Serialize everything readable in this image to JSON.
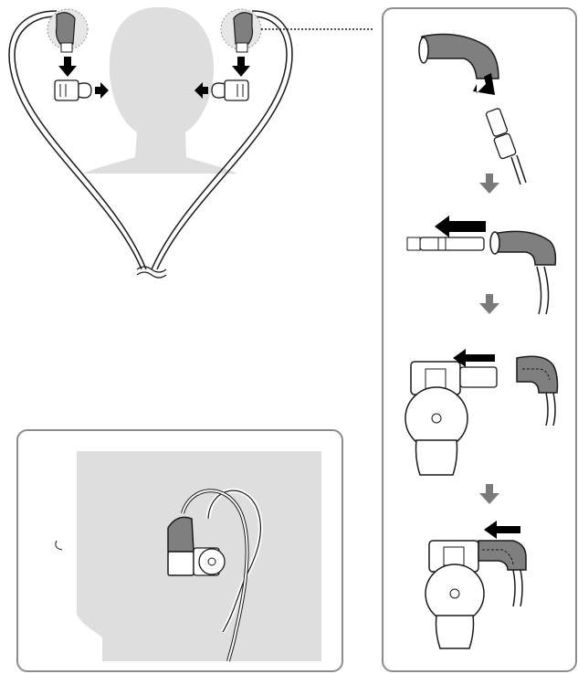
{
  "diagram": {
    "title": "",
    "colors": {
      "stroke": "#1a1a1a",
      "earpiece_gray": "#7f7f7f",
      "head_silhouette": "#dedede",
      "panel_border": "#8c8c8c",
      "arrow_black": "#000000",
      "step_arrow_gray": "#7a7a7a"
    },
    "steps": [
      {
        "id": "attach-cable-to-ear-hanger"
      },
      {
        "id": "insert-plug-into-earpiece"
      },
      {
        "id": "fit-ear-hanger-onto-earpiece"
      },
      {
        "id": "attached-assembly"
      }
    ]
  }
}
